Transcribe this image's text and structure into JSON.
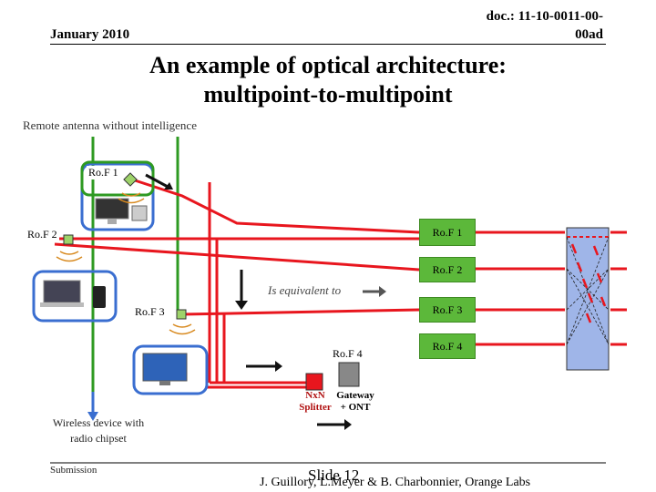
{
  "header": {
    "date": "January 2010",
    "doc_line1": "doc.: 11-10-0011-00-",
    "doc_line2": "00ad"
  },
  "title": {
    "line1": "An example of optical architecture:",
    "line2": "multipoint-to-multipoint"
  },
  "subtitle": "Remote antenna without intelligence",
  "diagram": {
    "rof_left_1": "Ro.F 1",
    "rof_left_2": "Ro.F 2",
    "rof_left_3": "Ro.F 3",
    "rof_left_4": "Ro.F 4",
    "rof_right_1": "Ro.F 1",
    "rof_right_2": "Ro.F 2",
    "rof_right_3": "Ro.F 3",
    "rof_right_4": "Ro.F 4",
    "equivalent": "Is equivalent to",
    "nxn_line1": "NxN",
    "nxn_line2": "Splitter",
    "gateway_line1": "Gateway",
    "gateway_line2": "+ ONT",
    "wireless_line1": "Wireless device with",
    "wireless_line2": "radio chipset"
  },
  "footer": {
    "submission": "Submission",
    "slide": "Slide 12",
    "authors": "J. Guillory, L.Meyer & B. Charbonnier, Orange Labs"
  },
  "colors": {
    "fiber_red": "#e8161e",
    "fiber_green": "#2e9a22",
    "device_blue": "#3a6ed0",
    "rof_green": "#5cb83a",
    "splitter_blue": "#9fb5e8"
  }
}
